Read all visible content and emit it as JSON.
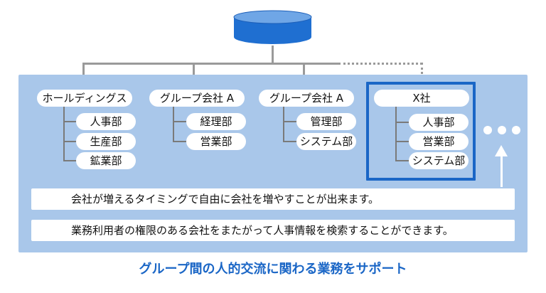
{
  "colors": {
    "panel": "#a9c7ea",
    "accent": "#1a66c6",
    "database": "#1f6fd1",
    "connector": "#9a9a9a"
  },
  "database": {
    "icon": "database-icon"
  },
  "companies": [
    {
      "name": "ホールディングス",
      "departments": [
        "人事部",
        "生産部",
        "鉱業部"
      ]
    },
    {
      "name": "グループ会社 A",
      "departments": [
        "経理部",
        "営業部"
      ]
    },
    {
      "name": "グループ会社 A",
      "departments": [
        "管理部",
        "システム部"
      ]
    },
    {
      "name": "X社",
      "departments": [
        "人事部",
        "営業部",
        "システム部"
      ]
    }
  ],
  "notes": [
    "会社が増えるタイミングで自由に会社を増やすことが出来ます。",
    "業務利用者の権限のある会社をまたがって人事情報を検索することができます。"
  ],
  "caption": "グループ間の人的交流に関わる業務をサポート"
}
